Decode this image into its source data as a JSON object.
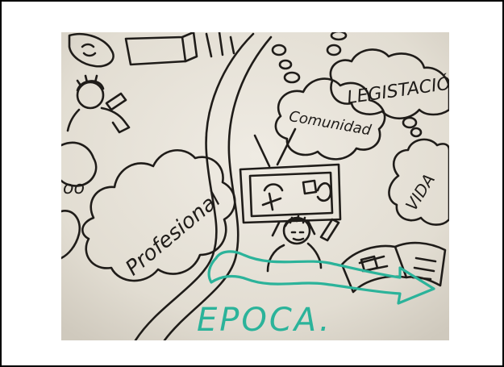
{
  "photo": {
    "labels": {
      "legislacion": "LEGISTACIÓN",
      "comunidad": "Comunidad",
      "vida": "VIDA",
      "profesional": "Profesional",
      "epoca": "EPOCA.",
      "partial_left": "oo"
    }
  },
  "colors": {
    "paper": "#e4dfd5",
    "ink": "#1f1c19",
    "marker_teal": "#2bb39a",
    "frame": "#000000"
  }
}
